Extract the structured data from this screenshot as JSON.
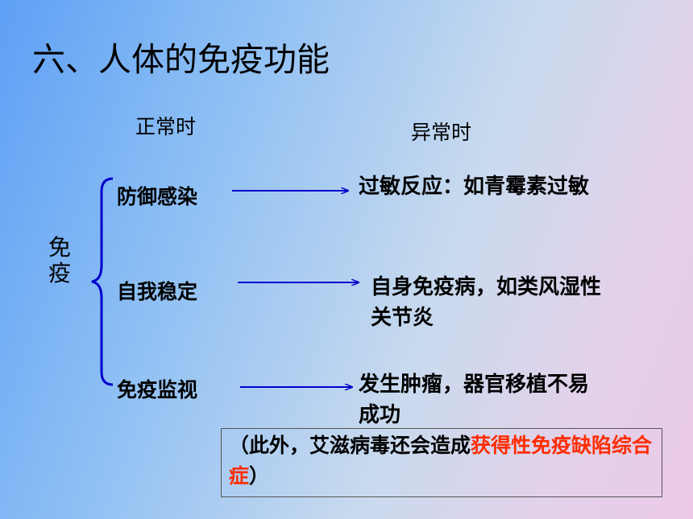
{
  "title": "六、人体的免疫功能",
  "headers": {
    "normal": "正常时",
    "abnormal": "异常时"
  },
  "root": "免疫",
  "rows": [
    {
      "function": "防御感染",
      "result": "过敏反应：如青霉素过敏"
    },
    {
      "function": "自我稳定",
      "result_line1": "自身免疫病，如类风湿性",
      "result_line2": "关节炎"
    },
    {
      "function": "免疫监视",
      "result_line1": "发生肿瘤，器官移植不易",
      "result_line2": "成功"
    }
  ],
  "note": {
    "prefix": "（此外，艾滋病毒还会造成",
    "highlight": "获得性免疫缺陷综合症",
    "suffix": "）"
  },
  "colors": {
    "arrow": "#0000cc",
    "brace": "#0000cc",
    "highlight": "#ff2d00"
  },
  "icons": {
    "brace": "left-curly-brace-icon",
    "arrow": "arrow-right-icon"
  }
}
